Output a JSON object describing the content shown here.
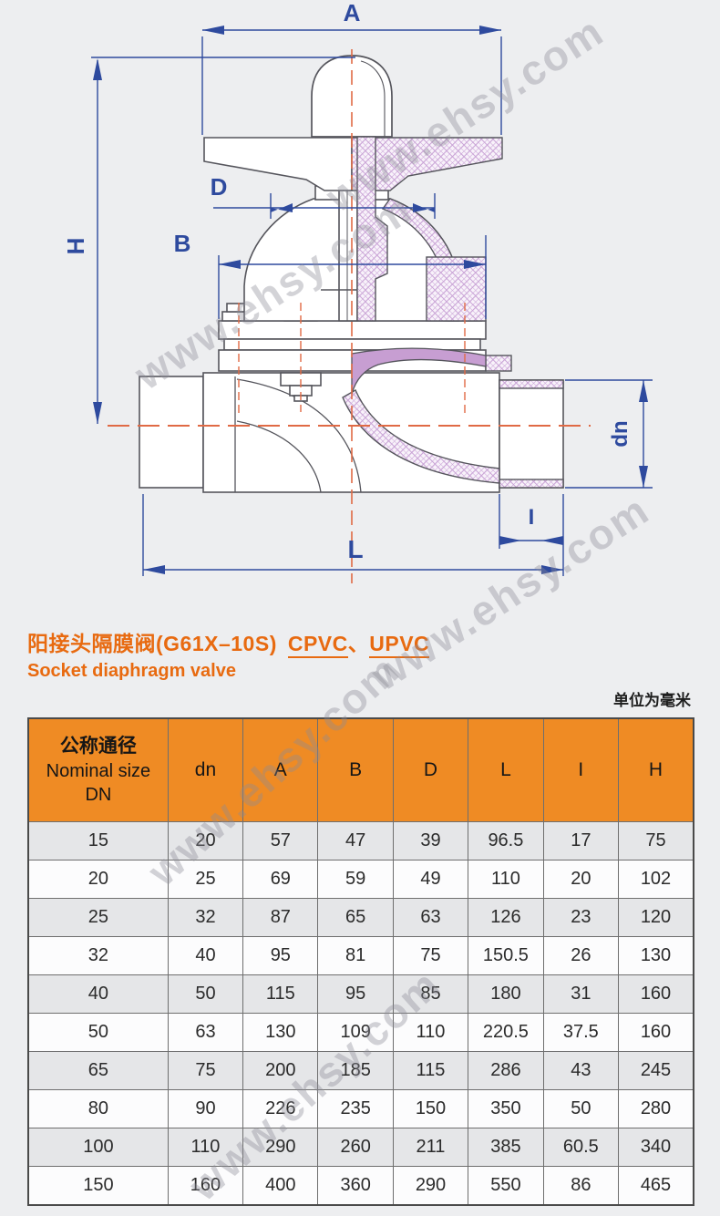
{
  "watermark": {
    "text": "www.ehsy.com"
  },
  "diagram": {
    "labels": {
      "A": "A",
      "H": "H",
      "D": "D",
      "B": "B",
      "dn": "dn",
      "I": "I",
      "L": "L"
    }
  },
  "title": {
    "cn": "阳接头隔膜阀(G61X–10S)",
    "materials": [
      {
        "label": "CPVC"
      },
      {
        "label": "UPVC"
      }
    ],
    "materials_separator": "、",
    "en": "Socket diaphragm valve"
  },
  "units_note": "单位为毫米",
  "table": {
    "header": {
      "col1_cn": "公称通径",
      "col1_en": "Nominal size",
      "col1_code": "DN",
      "cols": [
        "dn",
        "A",
        "B",
        "D",
        "L",
        "I",
        "H"
      ]
    },
    "rows": [
      [
        "15",
        "20",
        "57",
        "47",
        "39",
        "96.5",
        "17",
        "75"
      ],
      [
        "20",
        "25",
        "69",
        "59",
        "49",
        "110",
        "20",
        "102"
      ],
      [
        "25",
        "32",
        "87",
        "65",
        "63",
        "126",
        "23",
        "120"
      ],
      [
        "32",
        "40",
        "95",
        "81",
        "75",
        "150.5",
        "26",
        "130"
      ],
      [
        "40",
        "50",
        "115",
        "95",
        "85",
        "180",
        "31",
        "160"
      ],
      [
        "50",
        "63",
        "130",
        "109",
        "110",
        "220.5",
        "37.5",
        "160"
      ],
      [
        "65",
        "75",
        "200",
        "185",
        "115",
        "286",
        "43",
        "245"
      ],
      [
        "80",
        "90",
        "226",
        "235",
        "150",
        "350",
        "50",
        "280"
      ],
      [
        "100",
        "110",
        "290",
        "260",
        "211",
        "385",
        "60.5",
        "340"
      ],
      [
        "150",
        "160",
        "400",
        "360",
        "290",
        "550",
        "86",
        "465"
      ]
    ]
  },
  "colors": {
    "accent_orange": "#e86a10",
    "table_header_orange": "#ef8b24",
    "dimension_blue": "#2e4a9e",
    "centerline_red": "#e06a45",
    "hatch_purple": "#c9a3d6"
  }
}
